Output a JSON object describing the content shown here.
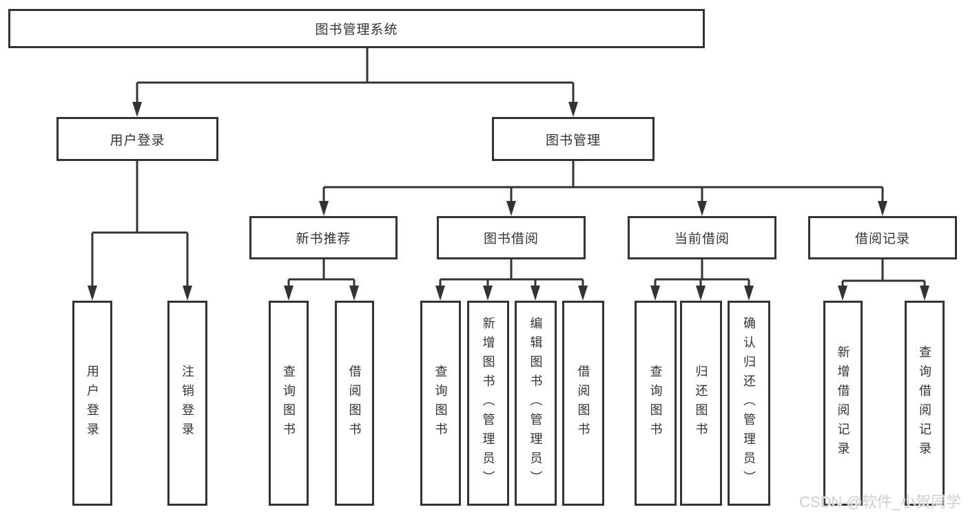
{
  "colors": {
    "line": "#333333",
    "box_border": "#333333",
    "box_fill": "#ffffff",
    "text": "#333333",
    "watermark_text": "#cfcfcf",
    "background": "#ffffff"
  },
  "watermark": "CSDN @软件_小贺同学",
  "nodes": {
    "root": "图书管理系统",
    "user_login_branch": "用户登录",
    "book_mgmt_branch": "图书管理",
    "new_book_rec": "新书推荐",
    "book_borrow": "图书借阅",
    "current_borrow": "当前借阅",
    "borrow_records": "借阅记录",
    "leaf_user_login": "用户登录",
    "leaf_logout": "注销登录",
    "leaf_nbr_query_books": "查询图书",
    "leaf_nbr_borrow_books": "借阅图书",
    "leaf_bb_query_books": "查询图书",
    "leaf_bb_add_books": "新增图书（管理员）",
    "leaf_bb_edit_books": "编辑图书（管理员）",
    "leaf_bb_borrow_books": "借阅图书",
    "leaf_cb_query_books": "查询图书",
    "leaf_cb_return_books": "归还图书",
    "leaf_cb_confirm_return": "确认归还（管理员）",
    "leaf_br_add_record": "新增借阅记录",
    "leaf_br_query_record": "查询借阅记录"
  }
}
